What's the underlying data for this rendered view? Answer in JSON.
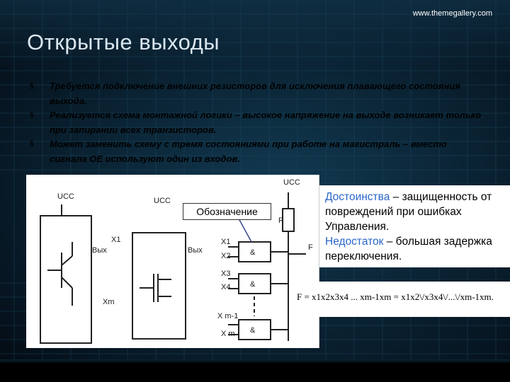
{
  "header": {
    "site": "www.themegallery.com",
    "title": "Открытые выходы"
  },
  "bullets": [
    {
      "mark": "§",
      "text": "Требуется подключение внешних резисторов для исключения плавающего состояния выхода."
    },
    {
      "mark": "§",
      "text": "Реализуется схема монтажной логики – высокое напряжение на выходе возникает только при запирании всех транзисторов."
    },
    {
      "mark": "§",
      "text": "Может заменить схему с тремя состояниями при работе на магистраль – вместо сигнала ОЕ используют один из входов."
    }
  ],
  "diagram": {
    "callout": "Обозначение",
    "labels": {
      "ucc1": "UCC",
      "ucc2": "UCC",
      "ucc3": "UCC",
      "x1a": "X1",
      "vyx1": "Вых",
      "xm1": "Xm",
      "vyx2": "Вых",
      "x1": "X1",
      "x2": "X2",
      "x3": "X3",
      "x4": "X4",
      "xm1b": "X m-1",
      "xm": "X m",
      "r": "R",
      "f": "F",
      "amp": "&"
    }
  },
  "advantages": {
    "adv_word": "Достоинства",
    "adv_rest": " – защищенность от повреждений при ошибках Управления.",
    "dis_word": "Недостаток",
    "dis_rest": " – большая задержка переключения."
  },
  "formula": {
    "lhs": "F = x",
    "text": "F = x1x2x3x4 ... xm-1xm = x1x2\\/x3x4\\/...\\/xm-1xm."
  }
}
